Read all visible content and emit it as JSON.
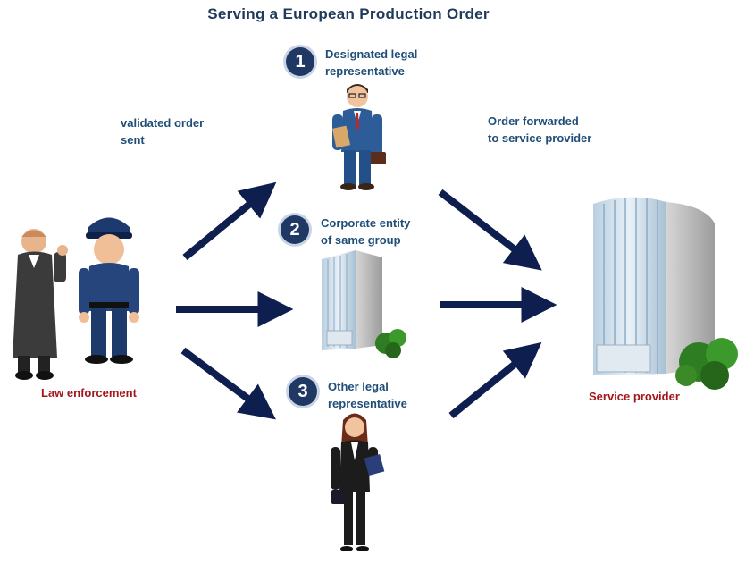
{
  "title": "Serving a European Production Order",
  "notes": {
    "validated_order": "validated order\nsent",
    "order_forwarded": "Order forwarded\nto service provider"
  },
  "routes": [
    {
      "number": "1",
      "label": "Designated legal\nrepresentative"
    },
    {
      "number": "2",
      "label": "Corporate entity\nof same group"
    },
    {
      "number": "3",
      "label": "Other legal\nrepresentative"
    }
  ],
  "endpoints": {
    "sender": "Law enforcement",
    "receiver": "Service provider"
  },
  "colors": {
    "arrow": "#0e1f4f",
    "badge": "#1f3864",
    "accent_text": "#1f4e79",
    "endpoint_text": "#a3161b"
  },
  "icons": [
    "judge-figure",
    "police-officer-figure",
    "businessman-figure",
    "office-building-small",
    "businesswoman-figure",
    "office-building-large"
  ]
}
